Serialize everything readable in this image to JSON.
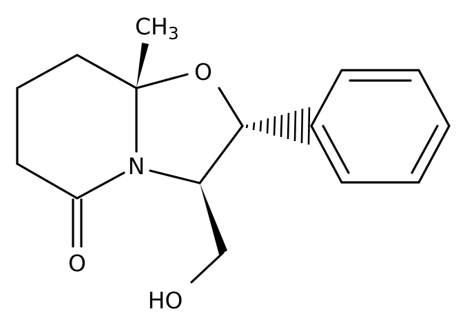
{
  "molecule": {
    "atoms": {
      "methyl": "CH",
      "methyl_subscript": "3",
      "ring_oxygen": "O",
      "nitrogen": "N",
      "carbonyl_oxygen": "O",
      "hydroxyl": "HO"
    },
    "colors": {
      "bond": "#000000",
      "background": "#ffffff"
    }
  }
}
